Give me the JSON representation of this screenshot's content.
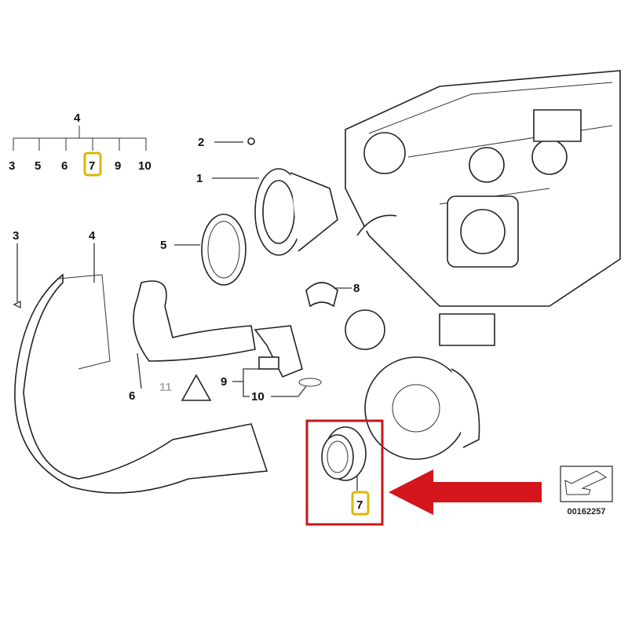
{
  "legend": {
    "parent": "4",
    "children": [
      "3",
      "5",
      "6",
      "7",
      "9",
      "10"
    ],
    "highlighted": "7"
  },
  "callouts": {
    "c1": "1",
    "c2": "2",
    "c3": "3",
    "c4": "4",
    "c5": "5",
    "c6": "6",
    "c7": "7",
    "c8": "8",
    "c9": "9",
    "c10": "10",
    "c11": "11"
  },
  "diagram_number": "00162257",
  "colors": {
    "highlight_box": "#d9b800",
    "red_frame": "#c8151b",
    "arrow": "#d4151c"
  }
}
